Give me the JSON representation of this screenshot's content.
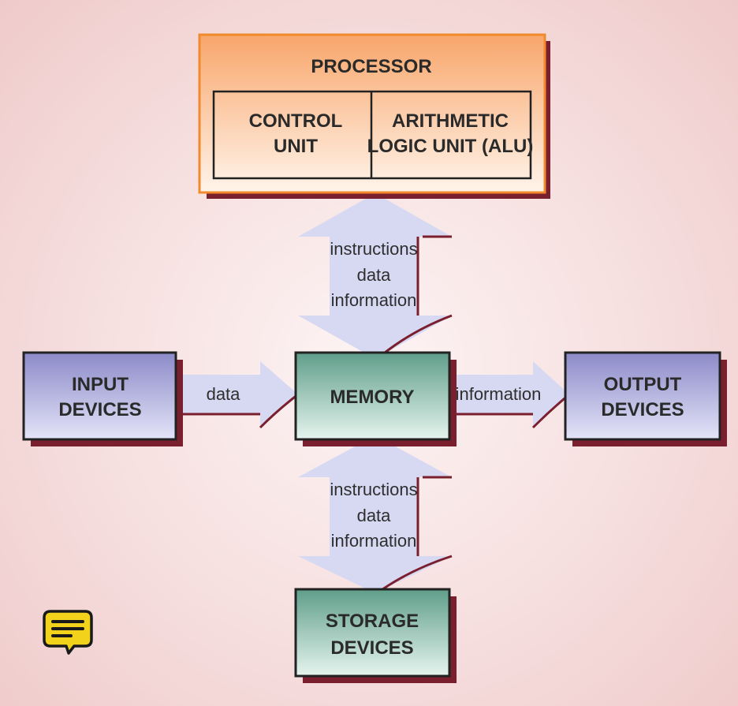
{
  "processor": {
    "title": "PROCESSOR",
    "control_unit": [
      "CONTROL",
      "UNIT"
    ],
    "alu": [
      "ARITHMETIC",
      "LOGIC UNIT (ALU)"
    ]
  },
  "memory": {
    "label": "MEMORY"
  },
  "input": {
    "label": [
      "INPUT",
      "DEVICES"
    ]
  },
  "output": {
    "label": [
      "OUTPUT",
      "DEVICES"
    ]
  },
  "storage": {
    "label": [
      "STORAGE",
      "DEVICES"
    ]
  },
  "arrows": {
    "top": [
      "instructions",
      "data",
      "information"
    ],
    "bottom": [
      "instructions",
      "data",
      "information"
    ],
    "left": "data",
    "right": "information"
  },
  "colors": {
    "processor_border": "#f08a2c",
    "processor_fill_top": "#f8a66b",
    "processor_fill_bottom": "#fff4ea",
    "device_fill_top": "#8c8ac8",
    "device_fill_bottom": "#e4e4f8",
    "memory_fill_top": "#5f9e8a",
    "memory_fill_bottom": "#e6f4ee",
    "shadow": "#7a1f2e",
    "arrow_fill": "#d7d9f2",
    "note_icon": "#f2d21b"
  },
  "icons": {
    "note": "speech-note-icon"
  }
}
